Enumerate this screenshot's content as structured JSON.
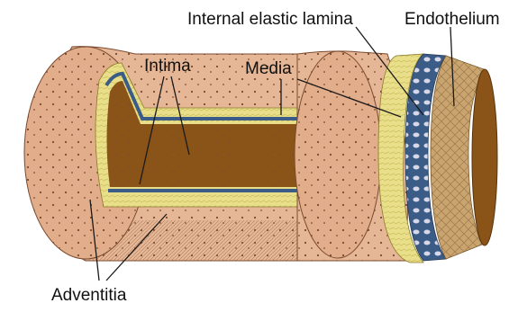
{
  "labels": {
    "internal_elastic_lamina": "Internal elastic lamina",
    "endothelium": "Endothelium",
    "intima": "Intima",
    "media": "Media",
    "adventitia": "Adventitia"
  },
  "colors": {
    "adventitia": "#e6b796",
    "adventitia_shade": "#cf9a77",
    "adventitia_dark": "#b98462",
    "media": "#e9df8a",
    "media_light": "#f2eaa3",
    "elastic_lamina": "#3b5c86",
    "endothelium": "#c9a46f",
    "lumen": "#8a5418",
    "lumen_light": "#a5682a"
  }
}
